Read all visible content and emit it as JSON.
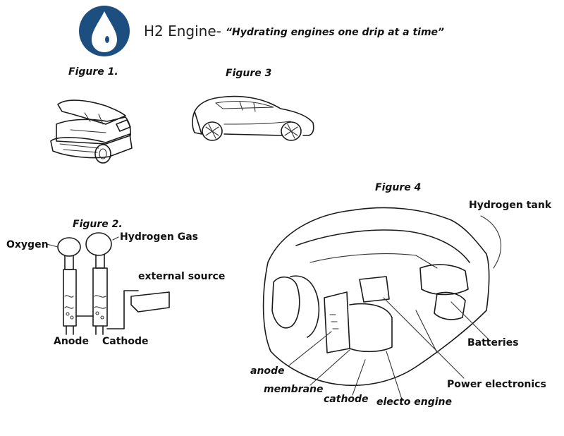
{
  "header": {
    "title": "H2 Engine-",
    "tagline": "“Hydrating engines one drip at a time”",
    "logo_color": "#1c4f80"
  },
  "figures": {
    "fig1_label": "Figure 1.",
    "fig2_label": "Figure 2.",
    "fig3_label": "Figure 3",
    "fig4_label": "Figure 4"
  },
  "figure2": {
    "oxygen": "Oxygen",
    "hydrogen_gas": "Hydrogen Gas",
    "external_source": "external source",
    "anode": "Anode",
    "cathode": "Cathode"
  },
  "figure4": {
    "hydrogen_tank": "Hydrogen tank",
    "batteries": "Batteries",
    "power_electronics": "Power electronics",
    "anode": "anode",
    "membrane": "membrane",
    "cathode": "cathode",
    "electro_engine": "electo engine"
  }
}
